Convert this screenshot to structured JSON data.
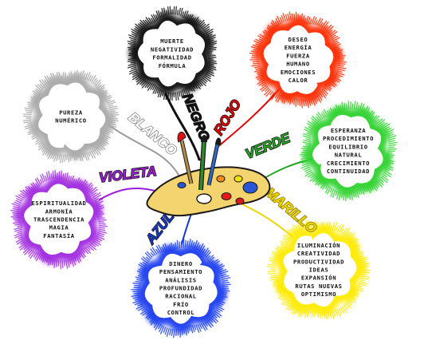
{
  "center": {
    "name": "palette",
    "colors": {
      "wood": "#f3d46e",
      "outline": "#1a1a1a"
    }
  },
  "branches": [
    {
      "id": "negro",
      "label": "NEGRO",
      "color": "#111111",
      "glow": "#111111",
      "words": [
        "MUERTE",
        "NEGATIVIDAD",
        "FORMALIDAD",
        "FÓRMULA"
      ]
    },
    {
      "id": "rojo",
      "label": "ROJO",
      "color": "#e00000",
      "glow": "#ff2a00",
      "words": [
        "DESEO",
        "ENERGÍA",
        "FUERZA",
        "HUMANO",
        "EMOCIONES",
        "CALOR"
      ]
    },
    {
      "id": "blanco",
      "label": "BLANCO",
      "color": "#9a9a9a",
      "glow": "#a8a8a8",
      "words": [
        "PUREZA",
        "NUMÉRICO"
      ]
    },
    {
      "id": "verde",
      "label": "VERDE",
      "color": "#22a422",
      "glow": "#2fd22f",
      "words": [
        "ESPERANZA",
        "PROCEDIMIENTO",
        "EQUILIBRIO",
        "NATURAL",
        "CRECIMIENTO",
        "CONTINUIDAD"
      ]
    },
    {
      "id": "violeta",
      "label": "VIOLETA",
      "color": "#9b1bd6",
      "glow": "#a02ce0",
      "words": [
        "ESPIRITUALIDAD",
        "ARMONÍA",
        "TRASCENDENCIA",
        "MAGIA",
        "FANTASÍA"
      ]
    },
    {
      "id": "amarillo",
      "label": "AMARILLO",
      "color": "#f0d400",
      "glow": "#ffea00",
      "words": [
        "ILUMINACIÓN",
        "CREATIVIDAD",
        "PRODUCTIVIDAD",
        "IDEAS",
        "EXPANSIÓN",
        "RUTAS NUEVAS",
        "OPTIMISMO"
      ]
    },
    {
      "id": "azul",
      "label": "AZUL",
      "color": "#1538c8",
      "glow": "#1a3df0",
      "words": [
        "DINERO",
        "PENSAMIENTO",
        "ANÁLISIS",
        "PROFUNDIDAD",
        "RACIONAL",
        "FRÍO",
        "CONTROL"
      ]
    }
  ]
}
